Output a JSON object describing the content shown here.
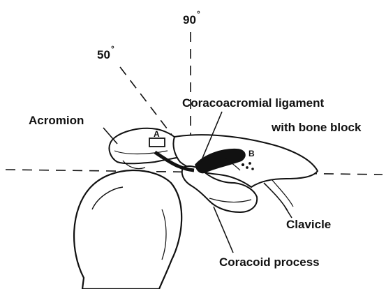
{
  "angles": {
    "vertical": "90",
    "oblique": "50",
    "degree_mark": "°"
  },
  "labels": {
    "acromion": "Acromion",
    "ligament_line1": "Coracoacromial ligament",
    "ligament_line2": "with bone block",
    "clavicle": "Clavicle",
    "coracoid": "Coracoid process"
  },
  "markers": {
    "a": "A",
    "b": "B"
  },
  "colors": {
    "ink": "#111111",
    "background": "#ffffff"
  }
}
